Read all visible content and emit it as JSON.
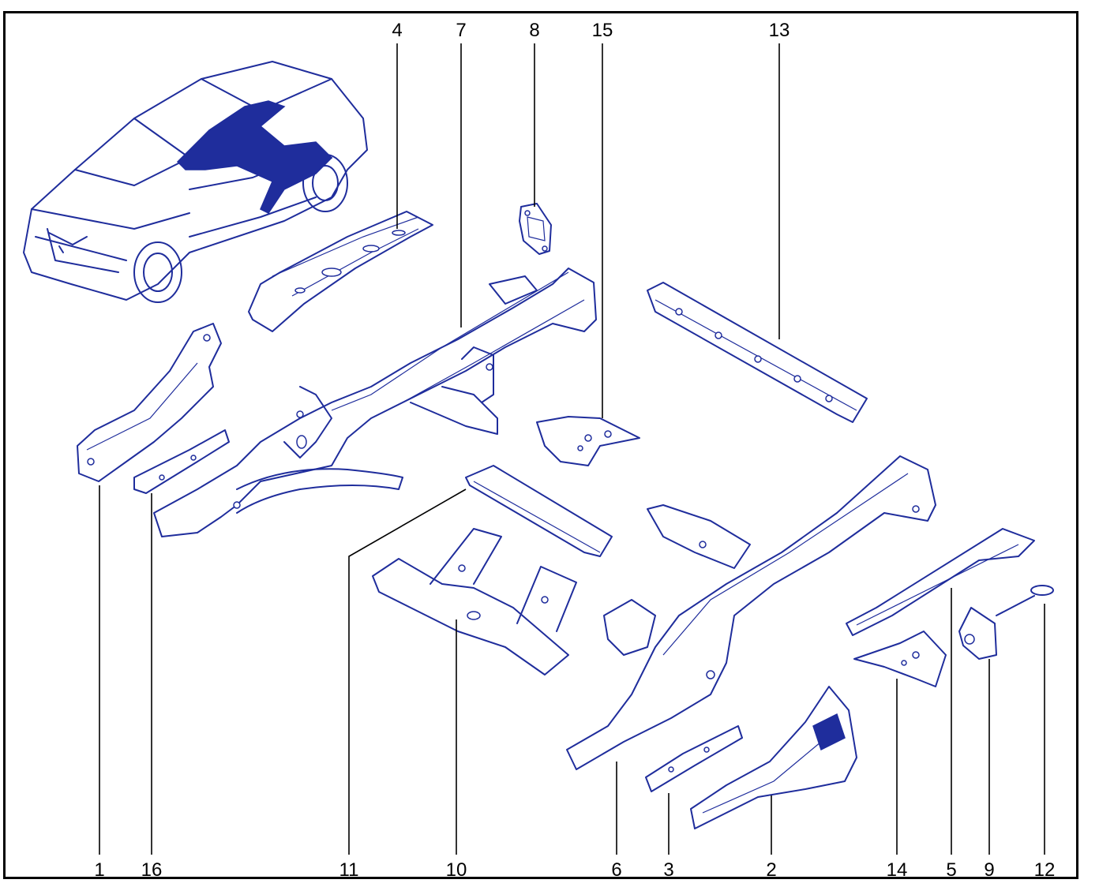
{
  "diagram": {
    "callouts": [
      {
        "id": "c4",
        "label": "4"
      },
      {
        "id": "c7",
        "label": "7"
      },
      {
        "id": "c8",
        "label": "8"
      },
      {
        "id": "c15",
        "label": "15"
      },
      {
        "id": "c13",
        "label": "13"
      },
      {
        "id": "c1",
        "label": "1"
      },
      {
        "id": "c16",
        "label": "16"
      },
      {
        "id": "c11",
        "label": "11"
      },
      {
        "id": "c10",
        "label": "10"
      },
      {
        "id": "c6",
        "label": "6"
      },
      {
        "id": "c3",
        "label": "3"
      },
      {
        "id": "c2",
        "label": "2"
      },
      {
        "id": "c14",
        "label": "14"
      },
      {
        "id": "c5",
        "label": "5"
      },
      {
        "id": "c9",
        "label": "9"
      },
      {
        "id": "c12",
        "label": "12"
      }
    ],
    "colors": {
      "linework": "#1f2d9c",
      "callout_text": "#000000",
      "frame": "#000000",
      "background": "#ffffff"
    }
  }
}
